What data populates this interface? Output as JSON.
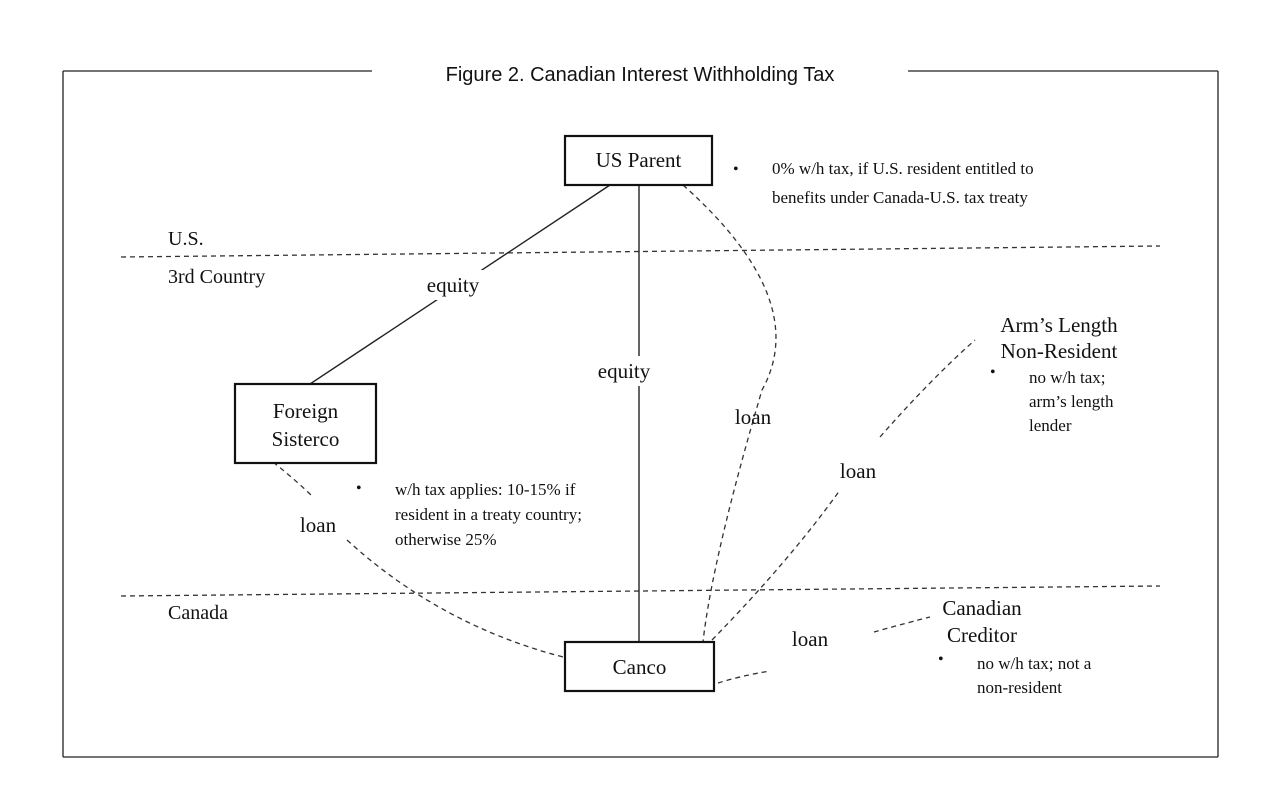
{
  "title": "Figure 2. Canadian Interest Withholding Tax",
  "regions": {
    "us": "U.S.",
    "third_country": "3rd Country",
    "canada": "Canada"
  },
  "entities": {
    "us_parent": "US Parent",
    "foreign_sisterco_line1": "Foreign",
    "foreign_sisterco_line2": "Sisterco",
    "canco": "Canco",
    "arms_length_line1": "Arm’s Length",
    "arms_length_line2": "Non-Resident",
    "canadian_creditor_line1": "Canadian",
    "canadian_creditor_line2": "Creditor"
  },
  "links": {
    "equity_us_sisterco": "equity",
    "equity_us_canco": "equity",
    "loan_us_canco": "loan",
    "loan_sisterco_canco": "loan",
    "loan_arms_canco": "loan",
    "loan_creditor_canco": "loan"
  },
  "notes": {
    "bullet": "•",
    "us_parent": [
      "0% w/h tax, if U.S. resident entitled to",
      "benefits under Canada-U.S. tax treaty"
    ],
    "sisterco": [
      "w/h tax applies: 10-15% if",
      "resident in a treaty country;",
      "otherwise 25%"
    ],
    "arms_length": [
      "no w/h tax;",
      "arm’s length",
      "lender"
    ],
    "creditor": [
      "no w/h tax; not a",
      "non-resident"
    ]
  }
}
